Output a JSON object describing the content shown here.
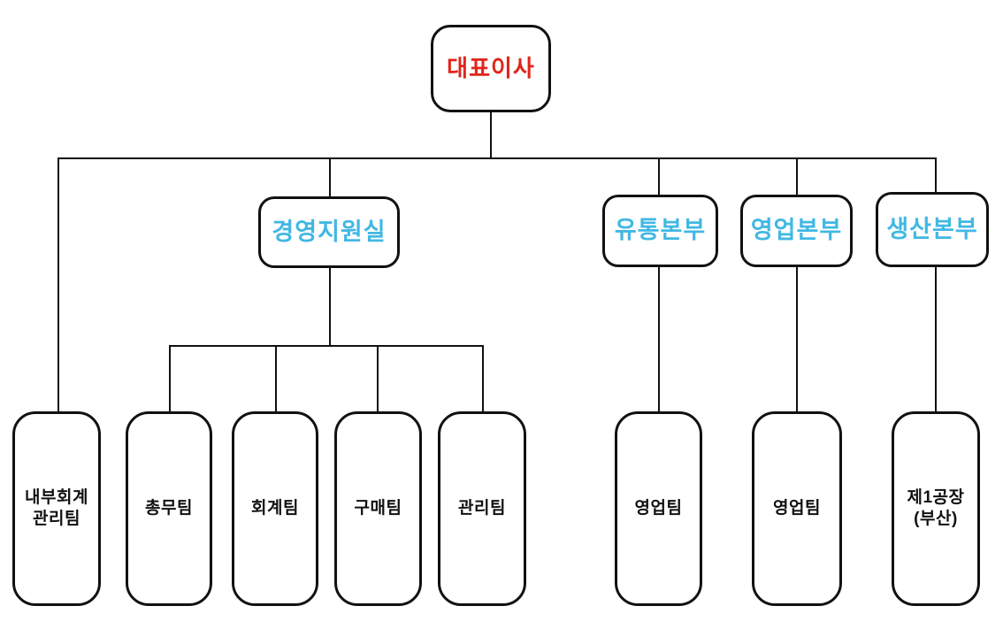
{
  "diagram": {
    "type": "org-chart",
    "colors": {
      "background": "#ffffff",
      "root_text": "#e0251b",
      "division_text": "#41b8e4",
      "team_text": "#111111",
      "line": "#111111",
      "box_fill": "#ffffff",
      "box_border": "#111111"
    },
    "nodes": {
      "root": {
        "label": "대표이사"
      },
      "divisions": [
        {
          "label": "경영지원실"
        },
        {
          "label": "유통본부"
        },
        {
          "label": "영업본부"
        },
        {
          "label": "생산본부"
        }
      ],
      "teams": [
        {
          "label": "내부회계\n관리팀"
        },
        {
          "label": "총무팀"
        },
        {
          "label": "회계팀"
        },
        {
          "label": "구매팀"
        },
        {
          "label": "관리팀"
        },
        {
          "label": "영업팀"
        },
        {
          "label": "영업팀"
        },
        {
          "label": "제1공장\n(부산)"
        }
      ]
    }
  }
}
